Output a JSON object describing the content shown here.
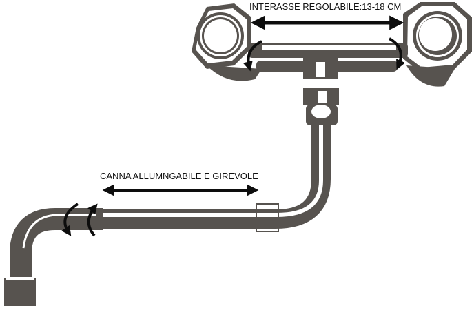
{
  "diagram": {
    "subject": "wall-mount mixer tap",
    "colors": {
      "metal": "#57534f",
      "highlight": "#ffffff",
      "arrow": "#0d0d0d",
      "background": "#ffffff"
    },
    "annotations": {
      "top": {
        "label": "INTERASSE REGOLABILE:13-18 CM",
        "arrow": "double-arrow-horizontal"
      },
      "spout": {
        "label": "CANNA ALLUMNGABILE E GIREVOLE",
        "arrow": "double-arrow-horizontal"
      }
    },
    "rotation_indicators": [
      {
        "position": "left-valve",
        "icon": "rotate-arrow-icon"
      },
      {
        "position": "right-valve",
        "icon": "rotate-arrow-icon"
      },
      {
        "position": "spout-base-left",
        "icon": "rotate-arrow-icon"
      },
      {
        "position": "spout-base-right",
        "icon": "rotate-arrow-icon"
      }
    ]
  }
}
